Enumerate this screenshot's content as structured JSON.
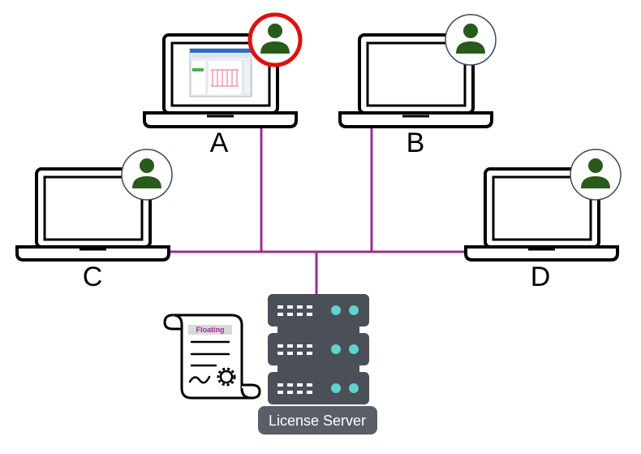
{
  "colors": {
    "network_line": "#9b2d8f",
    "laptop_outline": "#000000",
    "user_icon": "#285a1a",
    "user_badge_ring": "#3b4a56",
    "active_ring": "#e01010",
    "server_body": "#4a4f58",
    "server_led": "#5fd3cc",
    "label_bg": "#5a5e66",
    "license_tag": "#a0308f"
  },
  "laptops": [
    {
      "label": "A",
      "active": true,
      "screen": "app-window"
    },
    {
      "label": "B",
      "active": false,
      "screen": "blank"
    },
    {
      "label": "C",
      "active": false,
      "screen": "blank"
    },
    {
      "label": "D",
      "active": false,
      "screen": "blank"
    }
  ],
  "server": {
    "label": "License Server",
    "icon": "server-rack-icon"
  },
  "license": {
    "tag": "Floating",
    "icon": "certificate-scroll-icon"
  },
  "icons": {
    "user": "user-icon",
    "laptop": "laptop-icon"
  }
}
